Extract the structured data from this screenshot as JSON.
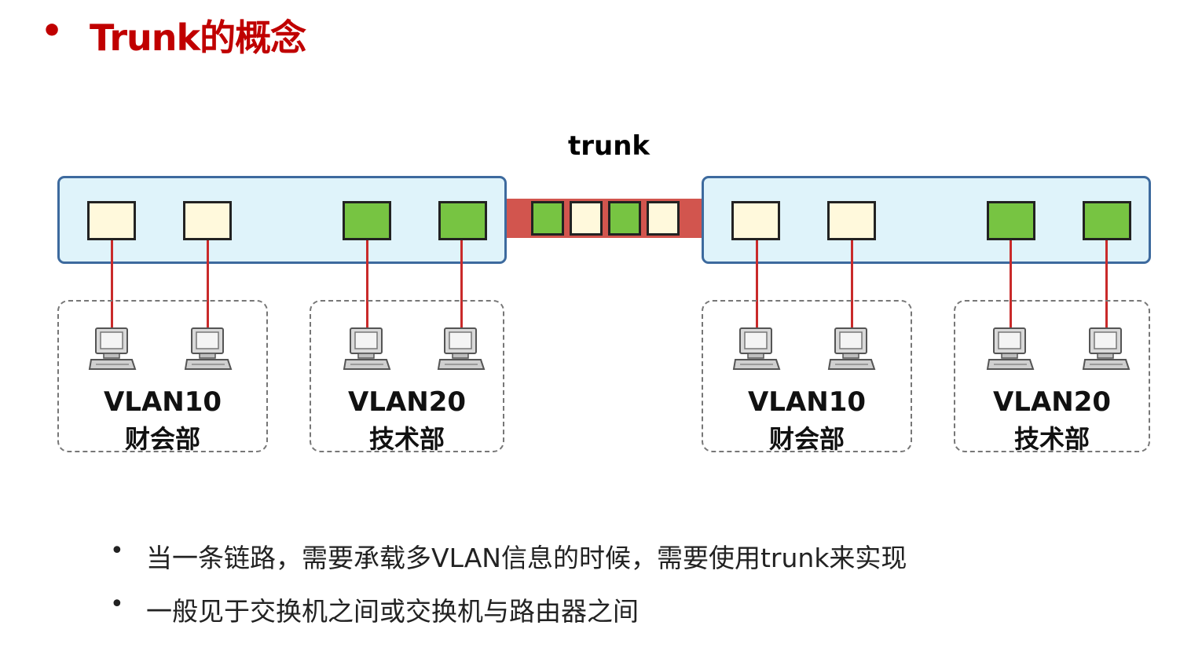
{
  "title": {
    "bullet": "•",
    "text": "Trunk的概念"
  },
  "diagram": {
    "trunk_label": "trunk",
    "trunk_ports": [
      "vlan20",
      "vlan10",
      "vlan20",
      "vlan10"
    ],
    "groups": [
      {
        "vlan": "VLAN10",
        "dept": "财会部"
      },
      {
        "vlan": "VLAN20",
        "dept": "技术部"
      },
      {
        "vlan": "VLAN10",
        "dept": "财会部"
      },
      {
        "vlan": "VLAN20",
        "dept": "技术部"
      }
    ],
    "colors": {
      "vlan10": "#fff9dc",
      "vlan20": "#77c442",
      "trunk": "#d2554e",
      "switch_fill": "#dff3fa",
      "switch_border": "#3d6a9e",
      "wire": "#c92a2a"
    }
  },
  "bullets": [
    {
      "dot": "•",
      "text": "当一条链路，需要承载多VLAN信息的时候，需要使用trunk来实现"
    },
    {
      "dot": "•",
      "text": "一般见于交换机之间或交换机与路由器之间"
    }
  ]
}
